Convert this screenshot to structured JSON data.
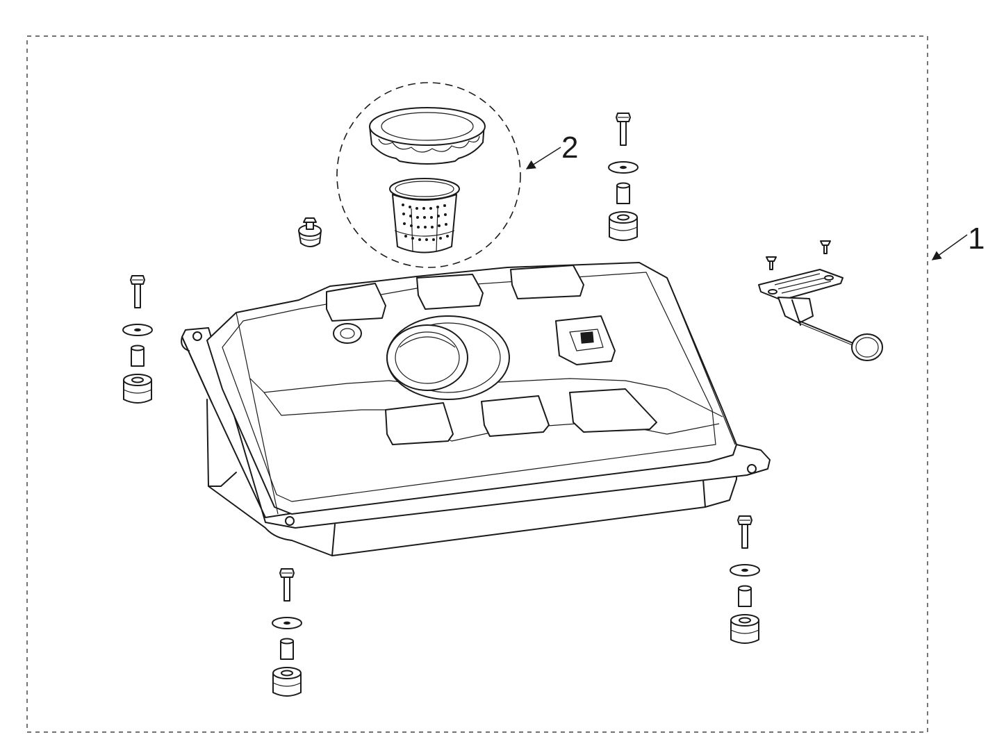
{
  "callouts": [
    {
      "id": "assembly-1",
      "label": "1"
    },
    {
      "id": "assembly-2",
      "label": "2"
    }
  ],
  "colors": {
    "line": "#1a1a1a",
    "background": "#ffffff"
  }
}
